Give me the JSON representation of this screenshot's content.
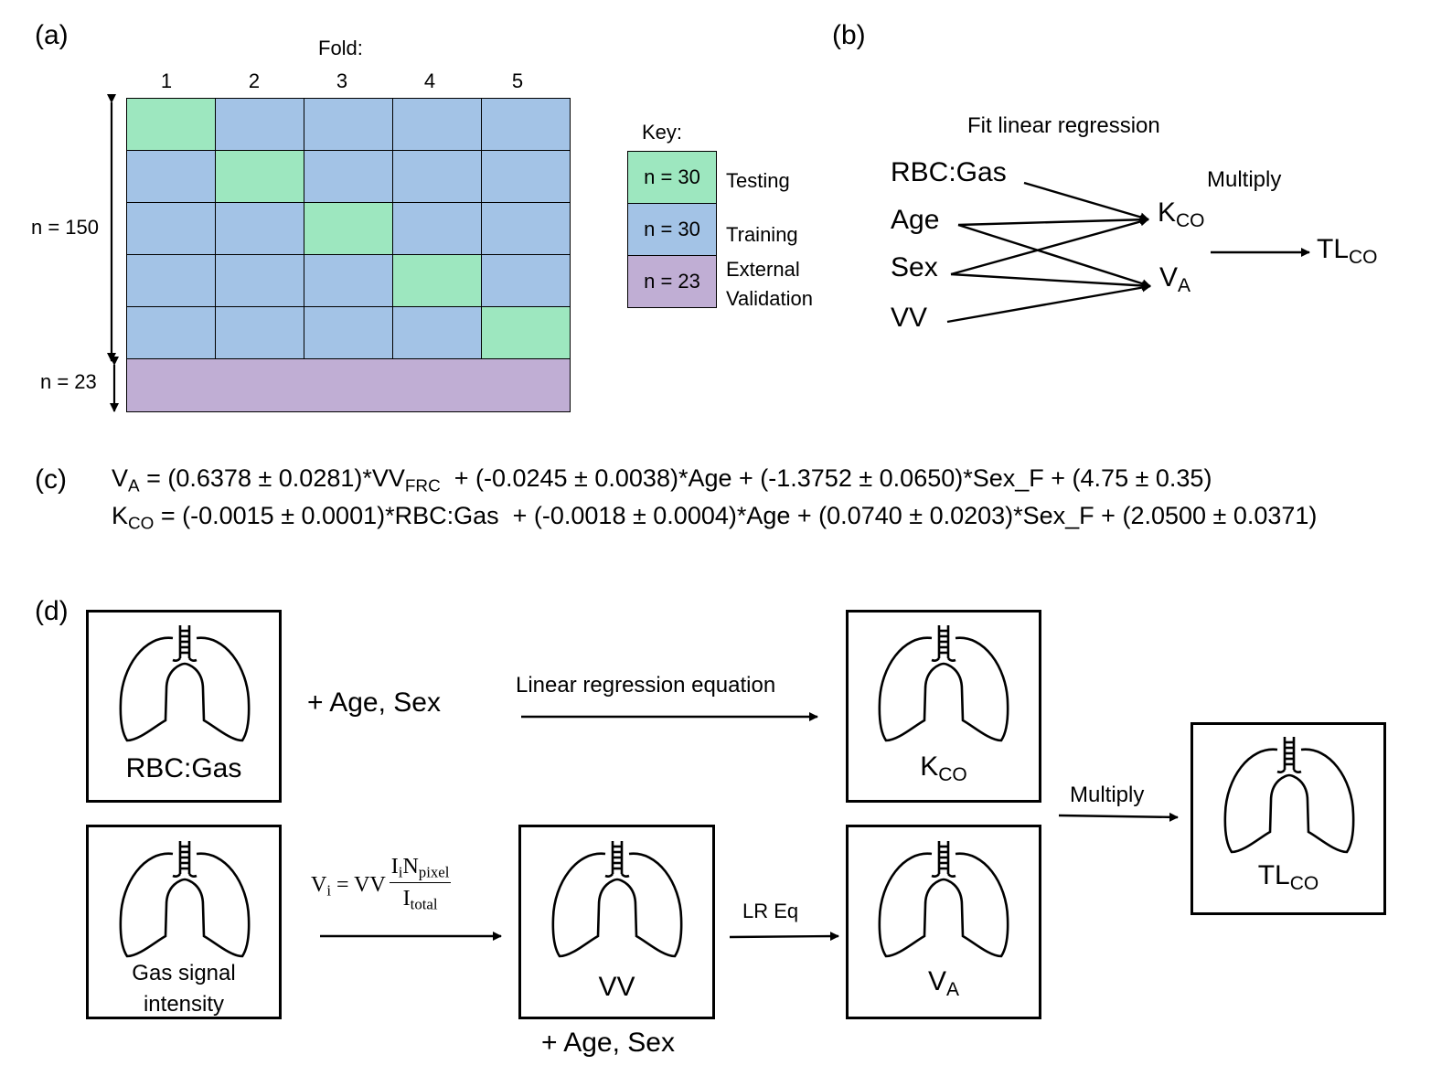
{
  "panel_labels": {
    "a": "(a)",
    "b": "(b)",
    "c": "(c)",
    "d": "(d)"
  },
  "panel_a": {
    "fold_title": "Fold:",
    "folds": [
      "1",
      "2",
      "3",
      "4",
      "5"
    ],
    "n_train_label": "n = 150",
    "n_ext_label": "n = 23",
    "key": {
      "title": "Key:",
      "items": [
        {
          "box": "n = 30",
          "label": "Testing",
          "color": "#9de7bf"
        },
        {
          "box": "n = 30",
          "label": "Training",
          "color": "#a3c3e6"
        },
        {
          "box": "n = 23",
          "label1": "External",
          "label2": "Validation",
          "color": "#c0aed4"
        }
      ]
    }
  },
  "panel_b": {
    "title": "Fit linear regression",
    "inputs": [
      "RBC:Gas",
      "Age",
      "Sex",
      "VV"
    ],
    "k_main": "K",
    "k_sub": "CO",
    "v_main": "V",
    "v_sub": "A",
    "multiply": "Multiply",
    "tl_main": "TL",
    "tl_sub": "CO"
  },
  "panel_c": {
    "eq1": {
      "lhs_main": "V",
      "lhs_sub": "A",
      "part1": " = (0.6378 ± 0.0281)*VV",
      "part1_sub": "FRC",
      "part2": "  + (-0.0245 ± 0.0038)*Age + (-1.3752 ± 0.0650)*Sex_F + (4.75 ± 0.35)"
    },
    "eq2": {
      "lhs_main": "K",
      "lhs_sub": "CO",
      "rest": " = (-0.0015 ± 0.0001)*RBC:Gas  + (-0.0018 ± 0.0004)*Age + (0.0740 ± 0.0203)*Sex_F + (2.0500 ± 0.0371)"
    }
  },
  "panel_d": {
    "rbc_label": "RBC:Gas",
    "plus_age_sex_top": "+ Age, Sex",
    "lr_equation_label": "Linear regression equation",
    "kco_main": "K",
    "kco_sub": "CO",
    "multiply": "Multiply",
    "tlco_main": "TL",
    "tlco_sub": "CO",
    "gas_label1": "Gas signal",
    "gas_label2": "intensity",
    "formula": {
      "lhs": "V",
      "lhs_sub": "i",
      "eq": " = VV",
      "num": "I",
      "num_sub1": "i",
      "num_mid": "N",
      "num_sub2": "pixel",
      "den": "I",
      "den_sub": "total"
    },
    "vv_label": "VV",
    "plus_age_sex_bottom": "+ Age, Sex",
    "lr_eq_short": "LR Eq",
    "va_main": "V",
    "va_sub": "A"
  }
}
